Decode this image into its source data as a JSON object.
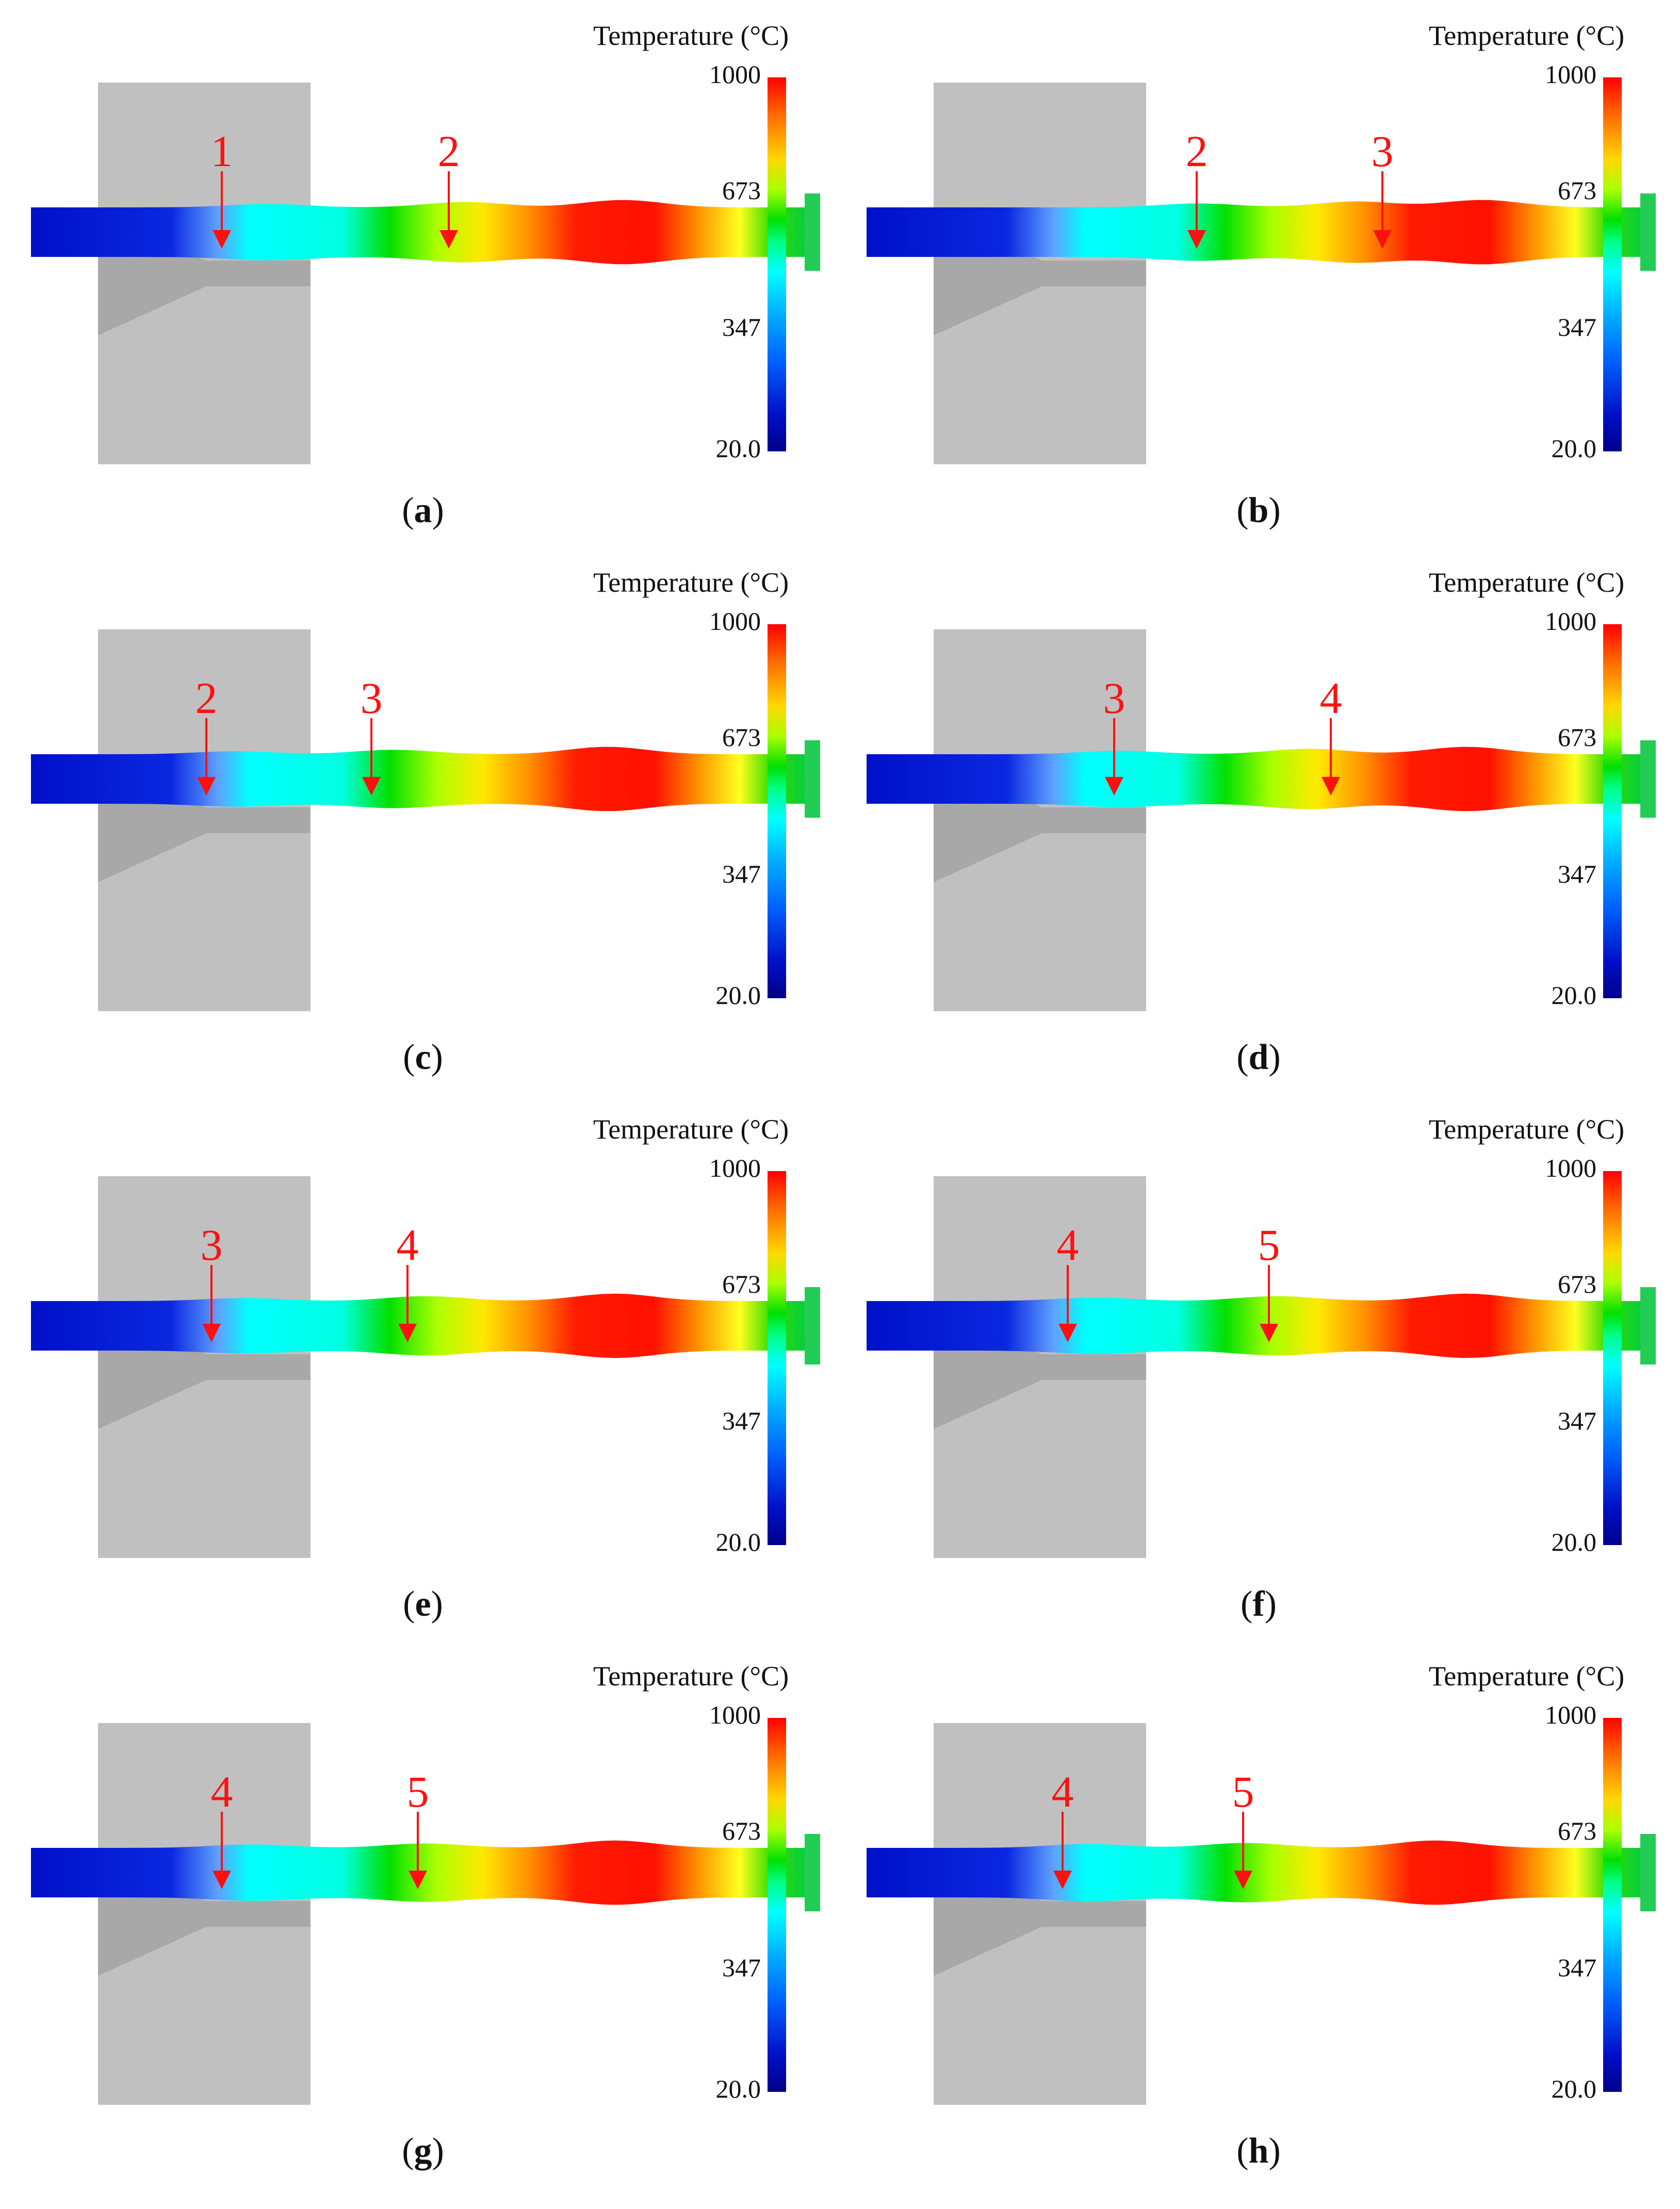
{
  "legend": {
    "title": "Temperature (°C)",
    "ticks": [
      "1000",
      "673",
      "347",
      "20.0"
    ]
  },
  "panels": [
    {
      "id": "a",
      "caption": "a",
      "markers": [
        "1",
        "2"
      ]
    },
    {
      "id": "b",
      "caption": "b",
      "markers": [
        "2",
        "3"
      ]
    },
    {
      "id": "c",
      "caption": "c",
      "markers": [
        "2",
        "3"
      ]
    },
    {
      "id": "d",
      "caption": "d",
      "markers": [
        "3",
        "4"
      ]
    },
    {
      "id": "e",
      "caption": "e",
      "markers": [
        "3",
        "4"
      ]
    },
    {
      "id": "f",
      "caption": "f",
      "markers": [
        "4",
        "5"
      ]
    },
    {
      "id": "g",
      "caption": "g",
      "markers": [
        "4",
        "5"
      ]
    },
    {
      "id": "h",
      "caption": "h",
      "markers": [
        "4",
        "5"
      ]
    }
  ],
  "colors": {
    "die": "#c0c0c0",
    "marker": "#ff1010",
    "cold": "#0010c8",
    "hot": "#ff0000"
  }
}
